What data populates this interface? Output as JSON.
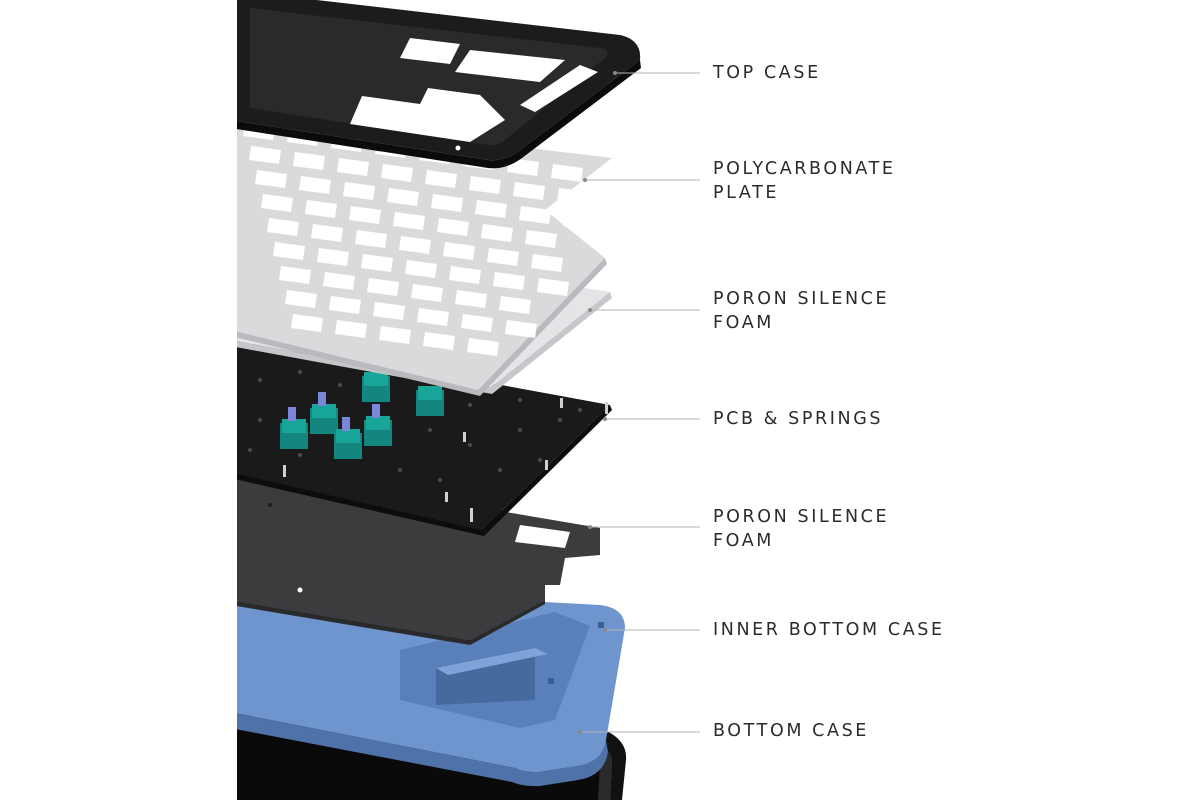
{
  "colors": {
    "background": "#ffffff",
    "top_case": "#1c1c1e",
    "plate": "#d9dadc",
    "plate_edge": "#b9babd",
    "foam_upper": "#e4e5e7",
    "pcb": "#1a1a1b",
    "foam_lower": "#3c3c3e",
    "inner_bottom_case": "#6f95cf",
    "inner_bottom_case_shade": "#4f73a9",
    "bottom_case": "#111112",
    "switch_housing": "#1aa59a",
    "switch_stem": "#7b86d8",
    "leader_line": "#b3b3b3",
    "label_text": "#2b2b2b"
  },
  "layers": [
    {
      "id": "top-case",
      "label": "TOP CASE"
    },
    {
      "id": "polycarbonate-plate",
      "label": "POLYCARBONATE\nPLATE"
    },
    {
      "id": "poron-silence-foam-upper",
      "label": "PORON SILENCE\nFOAM"
    },
    {
      "id": "pcb-springs",
      "label": "PCB & SPRINGS"
    },
    {
      "id": "poron-silence-foam-lower",
      "label": "PORON SILENCE\nFOAM"
    },
    {
      "id": "inner-bottom-case",
      "label": "INNER BOTTOM CASE"
    },
    {
      "id": "bottom-case",
      "label": "BOTTOM CASE"
    }
  ]
}
